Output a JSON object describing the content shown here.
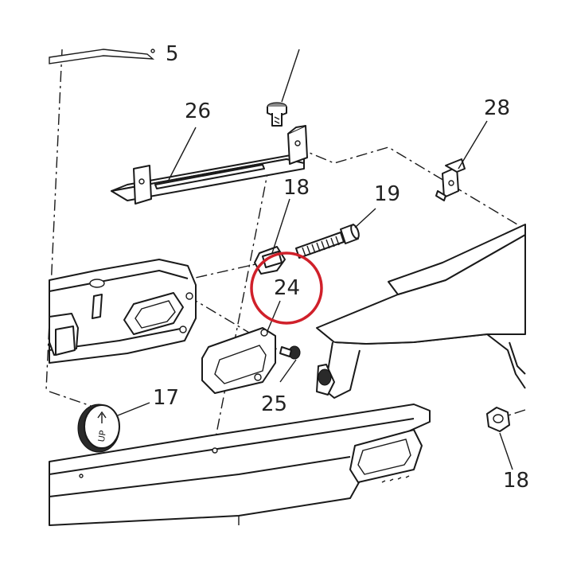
{
  "diagram": {
    "labels": {
      "p5": "5",
      "p26": "26",
      "p28": "28",
      "p18a": "18",
      "p19": "19",
      "p24": "24",
      "p25": "25",
      "p17": "17",
      "p18b": "18"
    },
    "cap_text": "UP",
    "highlight_color": "#d0202a",
    "line_color": "#1a1a1a"
  }
}
